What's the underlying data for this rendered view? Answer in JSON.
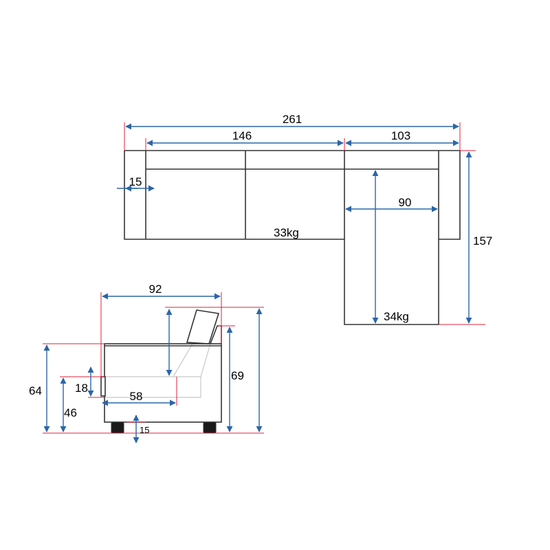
{
  "colors": {
    "dimension_arrow": "#2a66a8",
    "extension_line": "#e0203a",
    "outline": "#333333",
    "hidden_line": "#c8c8c8"
  },
  "top_view": {
    "total_width": "261",
    "sofa_width": "146",
    "chaise_width": "103",
    "arm_width": "15",
    "chaise_inner_width": "90",
    "depth": "157",
    "sofa_weight": "33kg",
    "chaise_weight": "34kg"
  },
  "side_view": {
    "depth": "92",
    "arm_height": "64",
    "back_height": "69",
    "seat_depth": "58",
    "seat_height": "46",
    "arm_thickness": "18",
    "leg_height": "15"
  }
}
